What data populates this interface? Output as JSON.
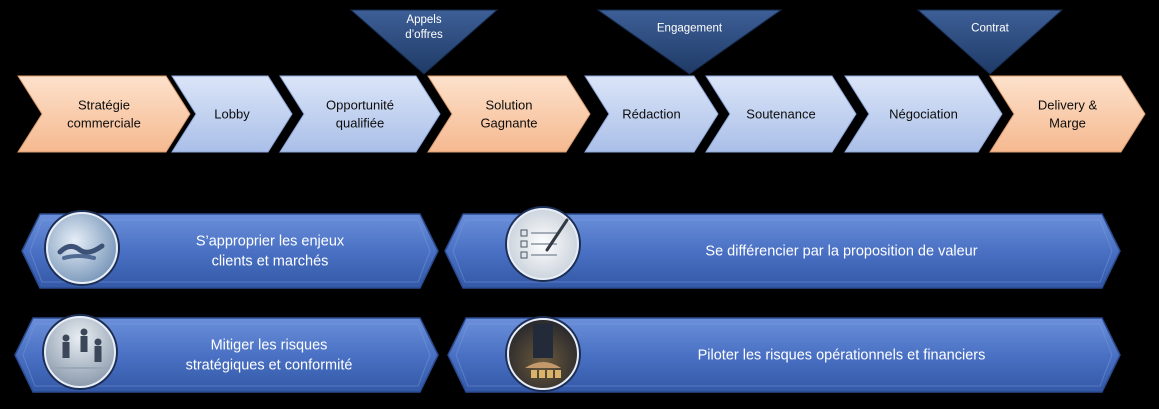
{
  "process_steps": [
    {
      "label": "Stratégie commerciale",
      "lines": [
        "Stratégie",
        "commerciale"
      ],
      "style": "orange"
    },
    {
      "label": "Lobby",
      "lines": [
        "Lobby"
      ],
      "style": "blue"
    },
    {
      "label": "Opportunité qualifiée",
      "lines": [
        "Opportunité",
        "qualifiée"
      ],
      "style": "blue"
    },
    {
      "label": "Solution Gagnante",
      "lines": [
        "Solution",
        "Gagnante"
      ],
      "style": "orange"
    },
    {
      "label": "Rédaction",
      "lines": [
        "Rédaction"
      ],
      "style": "blue"
    },
    {
      "label": "Soutenance",
      "lines": [
        "Soutenance"
      ],
      "style": "blue"
    },
    {
      "label": "Négociation",
      "lines": [
        "Négociation"
      ],
      "style": "blue"
    },
    {
      "label": "Delivery & Marge",
      "lines": [
        "Delivery &",
        "Marge"
      ],
      "style": "orange"
    }
  ],
  "milestones": [
    {
      "label": "Appels d’offres",
      "lines": [
        "Appels",
        "d’offres"
      ]
    },
    {
      "label": "Engagement",
      "lines": [
        "Engagement"
      ]
    },
    {
      "label": "Contrat",
      "lines": [
        "Contrat"
      ]
    }
  ],
  "objectives": [
    {
      "lines": [
        "S’approprier les enjeux",
        "clients et marchés"
      ],
      "icon": "handshake-photo-icon"
    },
    {
      "lines": [
        "Se différencier par la proposition de valeur"
      ],
      "icon": "checklist-photo-icon"
    },
    {
      "lines": [
        "Mitiger les risques",
        "stratégiques et conformité"
      ],
      "icon": "chess-businessmen-photo-icon"
    },
    {
      "lines": [
        "Piloter les risques opérationnels et financiers"
      ],
      "icon": "hands-coins-photo-icon"
    }
  ],
  "colors": {
    "background": "#000000",
    "chevron_orange": "#f9c9a4",
    "chevron_blue": "#c3d3f1",
    "milestone_navy": "#2c4c80",
    "banner_blue": "#4b74c6",
    "banner_edge": "#2f549f"
  }
}
